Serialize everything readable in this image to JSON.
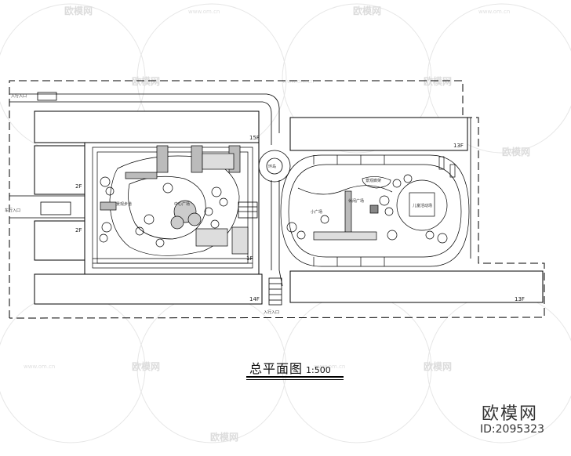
{
  "plan_title": "总平面图",
  "plan_scale": "1:500",
  "brand": {
    "name": "欧模网",
    "id": "ID:2095323"
  },
  "watermark": {
    "text": "欧模网",
    "url": "www.om.cn"
  },
  "entrances": {
    "north": "入行入口",
    "west": "车行入口",
    "south": "入行入口"
  },
  "floor_labels": {
    "left_top": "15F",
    "left_west_a": "2F",
    "left_west_b": "2F",
    "left_bottom": "14F",
    "left_corner": "1F",
    "right_top": "13F",
    "right_bottom": "13F"
  },
  "roundabout_label": "环岛",
  "area_labels": {
    "left_center": "中心广场",
    "left_path": "景观步道",
    "right_a": "休闲广场",
    "right_b": "景观廊架",
    "right_c": "儿童活动场",
    "right_d": "小广场"
  },
  "colors": {
    "line": "#000000",
    "watermark": "#dcdcdc"
  }
}
